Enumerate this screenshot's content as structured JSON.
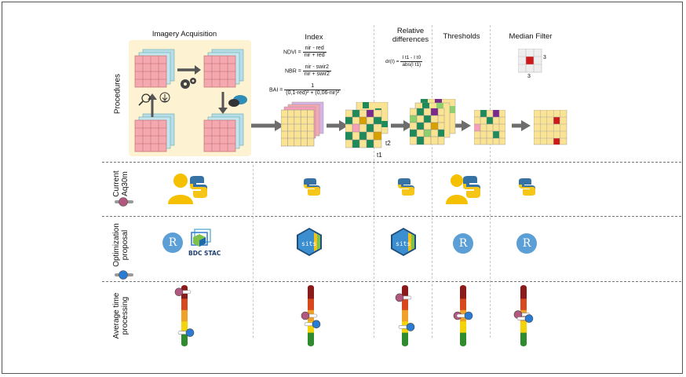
{
  "columns": {
    "imagery": "Imagery Acquisition",
    "index": "Index",
    "relative": "Relative\ndifferences",
    "thresholds": "Thresholds",
    "median": "Median Filter"
  },
  "rows": {
    "procedures": "Procedures",
    "current_line1": "Current",
    "current_line2": "Aq30m",
    "optimization_line1": "Optimization",
    "optimization_line2": "proposal",
    "time_line1": "Average time",
    "time_line2": "processing"
  },
  "formulas": {
    "ndvi_label": "NDVI =",
    "ndvi_num": "nir - red",
    "ndvi_den": "nir + red",
    "nbr_label": "NBR =",
    "nbr_num": "nir - swir2",
    "nbr_den": "nir + swir2",
    "bai_label": "BAI =",
    "bai_num": "1",
    "bai_den": "(0,1-red)² + (0,06-nir)²",
    "dr_label": "dr(I) =",
    "dr_num": "I t1 - I t0",
    "dr_den": "abs(I t1)"
  },
  "labels": {
    "t1": "t1",
    "t2": "t2",
    "kernel_w": "3",
    "kernel_h": "3",
    "r_logo": "R",
    "sits": "sits",
    "bdc_stac": "BDC STAC"
  },
  "colors": {
    "legend_current": "#b2577e",
    "legend_optimization": "#2a7bd4",
    "r_blue": "#5b9fd6",
    "python_blue": "#3772a4",
    "python_yellow": "#f5c518",
    "user_yellow": "#f5c000",
    "imagery_bg": "#fdf3d2"
  },
  "time_bars": [
    {
      "column": "imagery",
      "current": 0.92,
      "optimization": 0.2
    },
    {
      "column": "index",
      "current": 0.5,
      "optimization": 0.35
    },
    {
      "column": "relative",
      "current": 0.82,
      "optimization": 0.3
    },
    {
      "column": "thresholds",
      "current": 0.5,
      "optimization": 0.5
    },
    {
      "column": "median",
      "current": 0.52,
      "optimization": 0.45
    }
  ]
}
